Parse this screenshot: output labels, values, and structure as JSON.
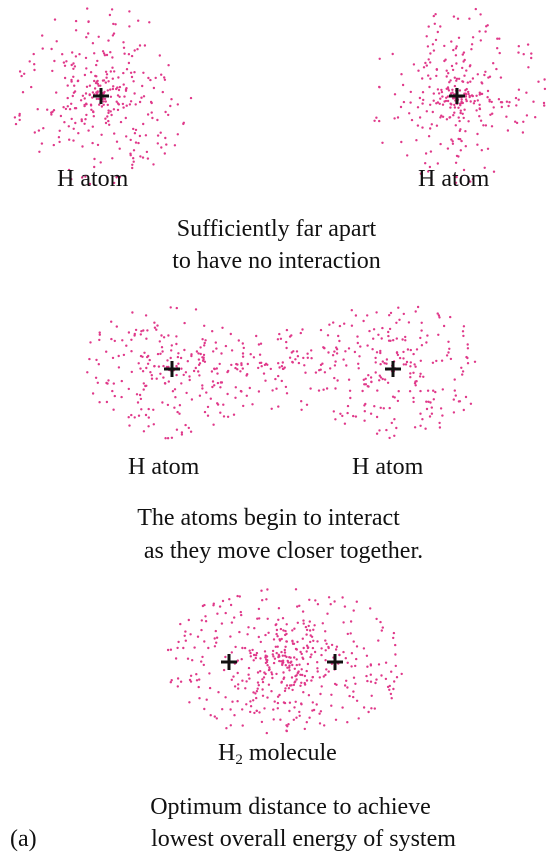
{
  "stage1": {
    "left_label": "H atom",
    "right_label": "H atom",
    "caption_line1": "Sufficiently far apart",
    "caption_line2": "to have no interaction"
  },
  "stage2": {
    "left_label": "H atom",
    "right_label": "H atom",
    "caption_line1": "The atoms begin to interact",
    "caption_line2": "as they move closer together."
  },
  "stage3": {
    "label_H": "H",
    "label_sub": "2",
    "label_rest": " molecule",
    "caption_line1": "Optimum distance to achieve",
    "caption_line2": "lowest overall energy of system"
  },
  "panel_label": "(a)",
  "colors": {
    "electron_dot": "#e0398a",
    "nucleus": "#111111"
  }
}
